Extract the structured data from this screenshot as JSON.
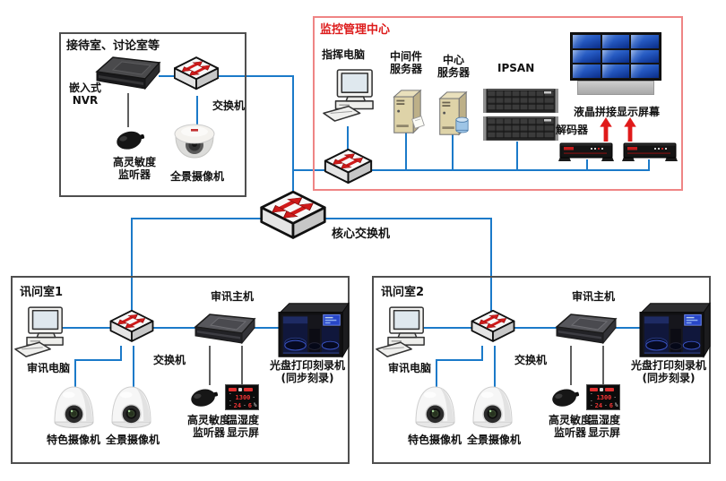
{
  "colors": {
    "line_blue": "#1b7ac9",
    "line_dark": "#5f5f5f",
    "box_border": "#4f4f4f",
    "red_box_border": "#ef8585",
    "red_title": "#dd1c1c",
    "arrow_red": "#cf1a1a",
    "screen_blue": "#2458c0"
  },
  "reception": {
    "title": "接待室、讨论室等",
    "nvr_label_1": "嵌入式",
    "nvr_label_2": "NVR",
    "switch_label": "交换机",
    "mic_label_1": "高灵敏度",
    "mic_label_2": "监听器",
    "camera_label": "全景摄像机"
  },
  "monitoring": {
    "title": "监控管理中心",
    "command_pc_label": "指挥电脑",
    "middleware_label_1": "中间件",
    "middleware_label_2": "服务器",
    "center_label_1": "中心",
    "center_label_2": "服务器",
    "ipsan_label": "IPSAN",
    "wall_label": "液晶拼接显示屏幕",
    "decoder_label": "解码器"
  },
  "core_switch_label": "核心交换机",
  "rooms": [
    {
      "title": "讯问室1",
      "pc_label": "审讯电脑",
      "switch_label": "交换机",
      "host_label": "审讯主机",
      "burner_label_1": "光盘打印刻录机",
      "burner_label_2": "(同步刻录)",
      "cam1_label": "特色摄像机",
      "cam2_label": "全景摄像机",
      "mic_label_1": "高灵敏度",
      "mic_label_2": "监听器",
      "display_label_1": "温湿度",
      "display_label_2": "显示屏",
      "readout": {
        "r2": "1300",
        "r3a": "24",
        "r3b": "6"
      }
    },
    {
      "title": "讯问室2",
      "pc_label": "审讯电脑",
      "switch_label": "交换机",
      "host_label": "审讯主机",
      "burner_label_1": "光盘打印刻录机",
      "burner_label_2": "(同步刻录)",
      "cam1_label": "特色摄像机",
      "cam2_label": "全景摄像机",
      "mic_label_1": "高灵敏度",
      "mic_label_2": "监听器",
      "display_label_1": "温湿度",
      "display_label_2": "显示屏",
      "readout": {
        "r2": "1300",
        "r3a": "24",
        "r3b": "6"
      }
    }
  ]
}
